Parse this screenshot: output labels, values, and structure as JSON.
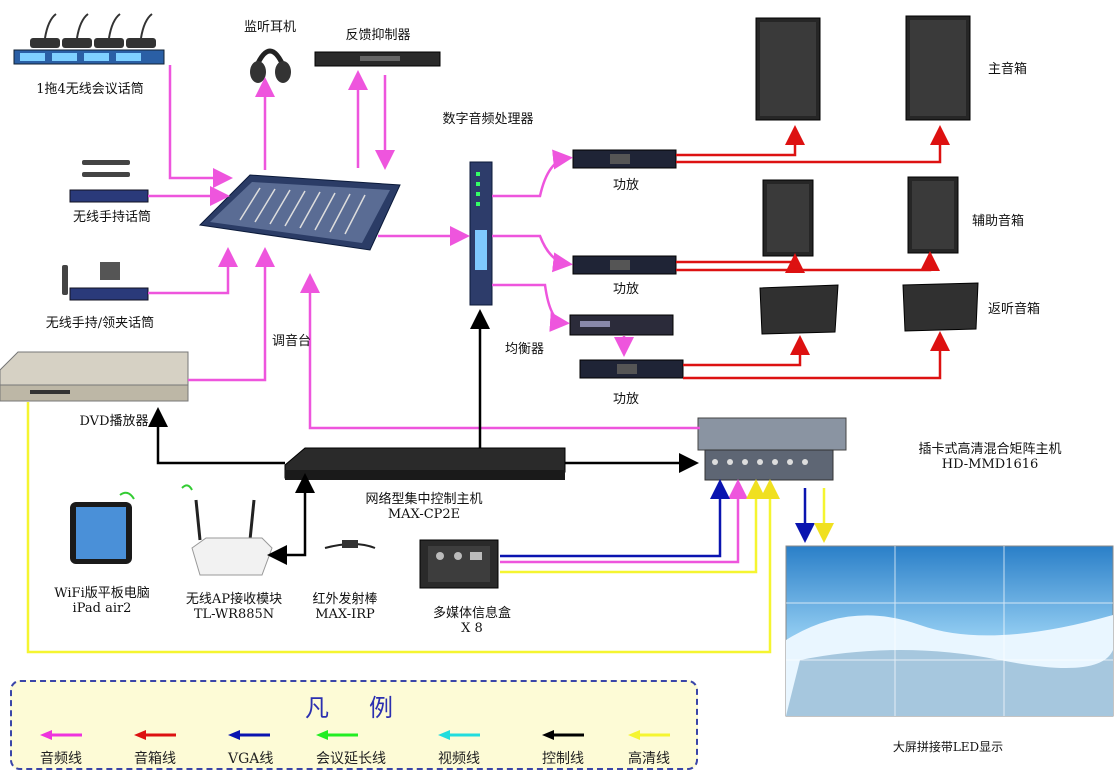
{
  "devices": {
    "wireless_conf_mic": "1拖4无线会议话筒",
    "monitor_headphone": "监听耳机",
    "feedback_suppressor": "反馈抑制器",
    "dsp": "数字音频处理器",
    "main_speaker": "主音箱",
    "aux_speaker": "辅助音箱",
    "monitor_speaker": "返听音箱",
    "amp_1": "功放",
    "amp_2": "功放",
    "amp_3": "功放",
    "equalizer": "均衡器",
    "handheld_mic": "无线手持话筒",
    "handheld_lavalier_mic": "无线手持/领夹话筒",
    "mixer": "调音台",
    "dvd_player": "DVD播放器",
    "matrix_line1": "插卡式高清混合矩阵主机",
    "matrix_line2": "HD-MMD1616",
    "controller_line1": "网络型集中控制主机",
    "controller_line2": "MAX-CP2E",
    "ipad_line1": "WiFi版平板电脑",
    "ipad_line2": "iPad air2",
    "ap_line1": "无线AP接收模块",
    "ap_line2": "TL-WR885N",
    "ir_line1": "红外发射棒",
    "ir_line2": "MAX-IRP",
    "mediabox_line1": "多媒体信息盒",
    "mediabox_line2": "X 8",
    "led_wall": "大屏拼接带LED显示"
  },
  "legend": {
    "title": "凡例",
    "items": [
      {
        "label": "音频线",
        "color": "#ee33dd"
      },
      {
        "label": "音箱线",
        "color": "#dd1111"
      },
      {
        "label": "VGA线",
        "color": "#0a14b0"
      },
      {
        "label": "会议延长线",
        "color": "#22ee22"
      },
      {
        "label": "视频线",
        "color": "#22dddd"
      },
      {
        "label": "控制线",
        "color": "#000000"
      },
      {
        "label": "高清线",
        "color": "#f5f530"
      }
    ]
  },
  "colors": {
    "audio": "#ee55dd",
    "speaker": "#dd1111",
    "vga": "#0a14b0",
    "control": "#000000",
    "hd": "#f5f530"
  }
}
